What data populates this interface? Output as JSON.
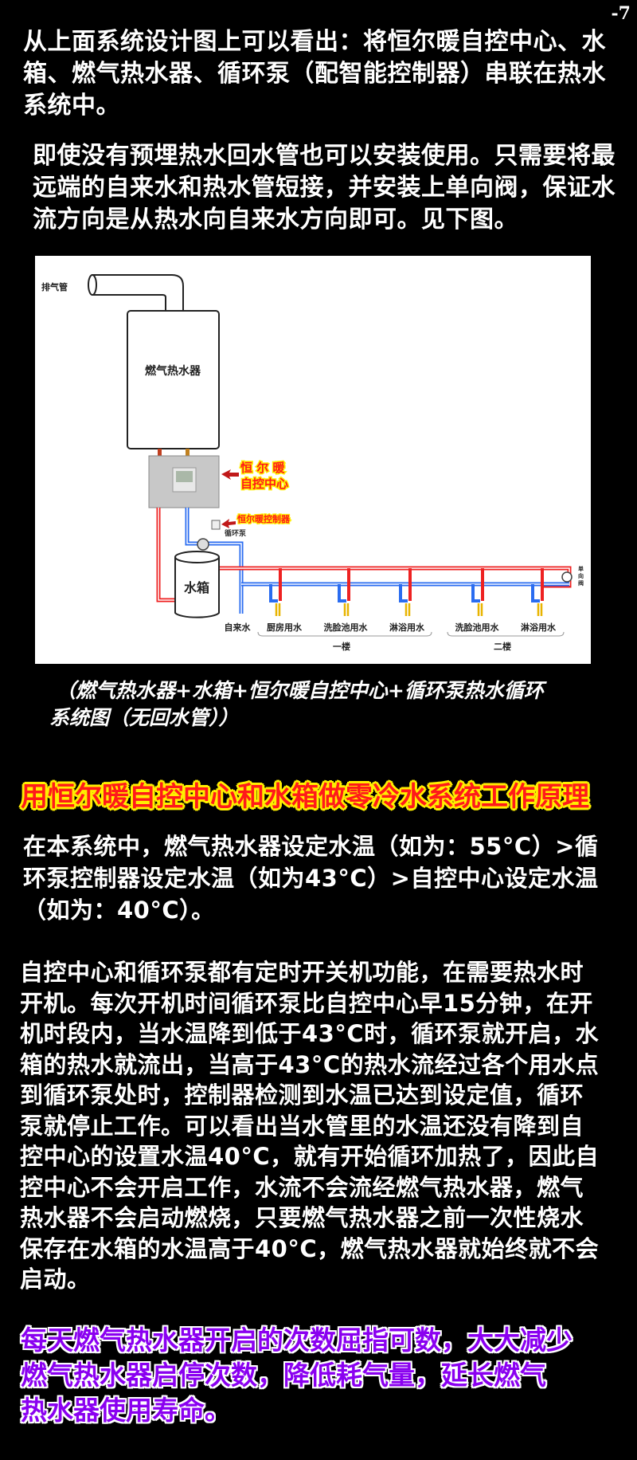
{
  "page_number": "-7",
  "para1": [
    "从上面系统设计图上可以看出：将恒尔暖自控中心、水",
    "箱、燃气热水器、循环泵（配智能控制器）串联在热水",
    "系统中。"
  ],
  "para2": [
    "即使没有预埋热水回水管也可以安装使用。只需要将最",
    "远端的自来水和热水管短接，并安装上单向阀，保证水",
    "流方向是从热水向自来水方向即可。见下图。"
  ],
  "diagram": {
    "exhaust_label": "排气管",
    "heater_label": "燃气热水器",
    "control_center_label_1": "恒 尔 暖",
    "control_center_label_2": "自控中心",
    "controller_label": "恒尔暖控制器",
    "pump_label": "循环泵",
    "tank_label": "水箱",
    "check_valve_label": [
      "单",
      "向",
      "阀"
    ],
    "tap_water_label": "自来水",
    "outlets": [
      "厨房用水",
      "洗脸池用水",
      "淋浴用水",
      "洗脸池用水",
      "淋浴用水"
    ],
    "floor1_label": "一楼",
    "floor2_label": "二楼",
    "colors": {
      "hot_pipe": "#ee2222",
      "cold_pipe": "#2a6cf0",
      "outlet": "#e8b400",
      "callout": "#ff1a1a",
      "callout_outline": "#ffee00"
    }
  },
  "caption": [
    "（燃气热水器+水箱+恒尔暖自控中心+循环泵热水循环",
    "系统图（无回水管））"
  ],
  "heading": "用恒尔暖自控中心和水箱做零冷水系统工作原理",
  "para3": [
    "在本系统中，燃气热水器设定水温（如为：55°C）>循",
    "环泵控制器设定水温（如为43°C）>自控中心设定水温",
    "（如为：40°C）。"
  ],
  "para4": [
    "自控中心和循环泵都有定时开关机功能，在需要热水时",
    "开机。每次开机时间循环泵比自控中心早15分钟，在开",
    "机时段内，当水温降到低于43°C时，循环泵就开启，水",
    "箱的热水就流出，当高于43°C的热水流经过各个用水点",
    "到循环泵处时，控制器检测到水温已达到设定值，循环",
    "泵就停止工作。可以看出当水管里的水温还没有降到自",
    "控中心的设置水温40°C，就有开始循环加热了，因此自",
    "控中心不会开启工作，水流不会流经燃气热水器，燃气",
    "热水器不会启动燃烧，只要燃气热水器之前一次性烧水",
    "保存在水箱的水温高于40°C，燃气热水器就始终就不会",
    "启动。"
  ],
  "conclusion": [
    "每天燃气热水器开启的次数屈指可数，大大减少",
    "燃气热水器启停次数，降低耗气量，延长燃气",
    "热水器使用寿命。"
  ]
}
